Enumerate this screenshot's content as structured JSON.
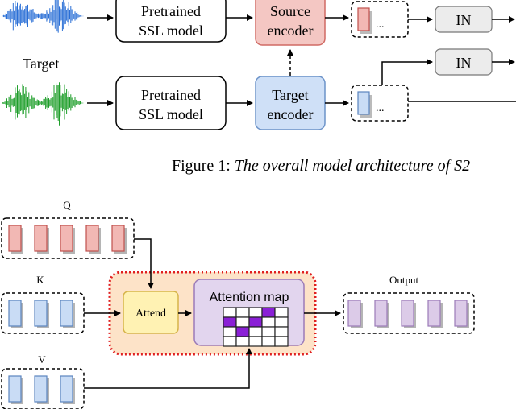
{
  "top": {
    "target_label": "Target",
    "pretrained_1": [
      "Pretrained",
      "SSL model"
    ],
    "pretrained_2": [
      "Pretrained",
      "SSL model"
    ],
    "source_encoder": [
      "Source",
      "encoder"
    ],
    "target_encoder": [
      "Target",
      "encoder"
    ],
    "feat_dots_1": "...",
    "feat_dots_2": "...",
    "in_1": "IN",
    "in_2": "IN"
  },
  "caption": {
    "prefix": "Figure 1: ",
    "text": "The overall model architecture of S2"
  },
  "bottom": {
    "q_label": "Q",
    "k_label": "K",
    "v_label": "V",
    "attend": "Attend",
    "attention_map": "Attention map",
    "output_label": "Output",
    "attention_grid": [
      [
        0,
        0,
        0,
        1,
        0
      ],
      [
        1,
        0,
        1,
        0,
        0
      ],
      [
        0,
        1,
        0,
        0,
        0
      ],
      [
        0,
        0,
        0,
        0,
        0
      ]
    ]
  },
  "colors": {
    "source_fill": "#f4c7c3",
    "source_stroke": "#d06a64",
    "target_fill": "#cfe0f7",
    "target_stroke": "#6c93c9",
    "q_fill": "#f2b8b4",
    "kv_fill": "#c9dcf5",
    "out_fill": "#dccbe8",
    "out_stroke": "#9b7bb8",
    "attend_fill": "#fff2b3",
    "attend_stroke": "#d6b44a",
    "attn_box_fill": "#e2d5ee",
    "attn_box_stroke": "#9b7bb8",
    "region_fill": "#fde3c8",
    "region_stroke": "#e02020",
    "cell_on": "#8a1fd6",
    "wave_blue": "#2a6fd6",
    "wave_green": "#1e9e2a"
  }
}
